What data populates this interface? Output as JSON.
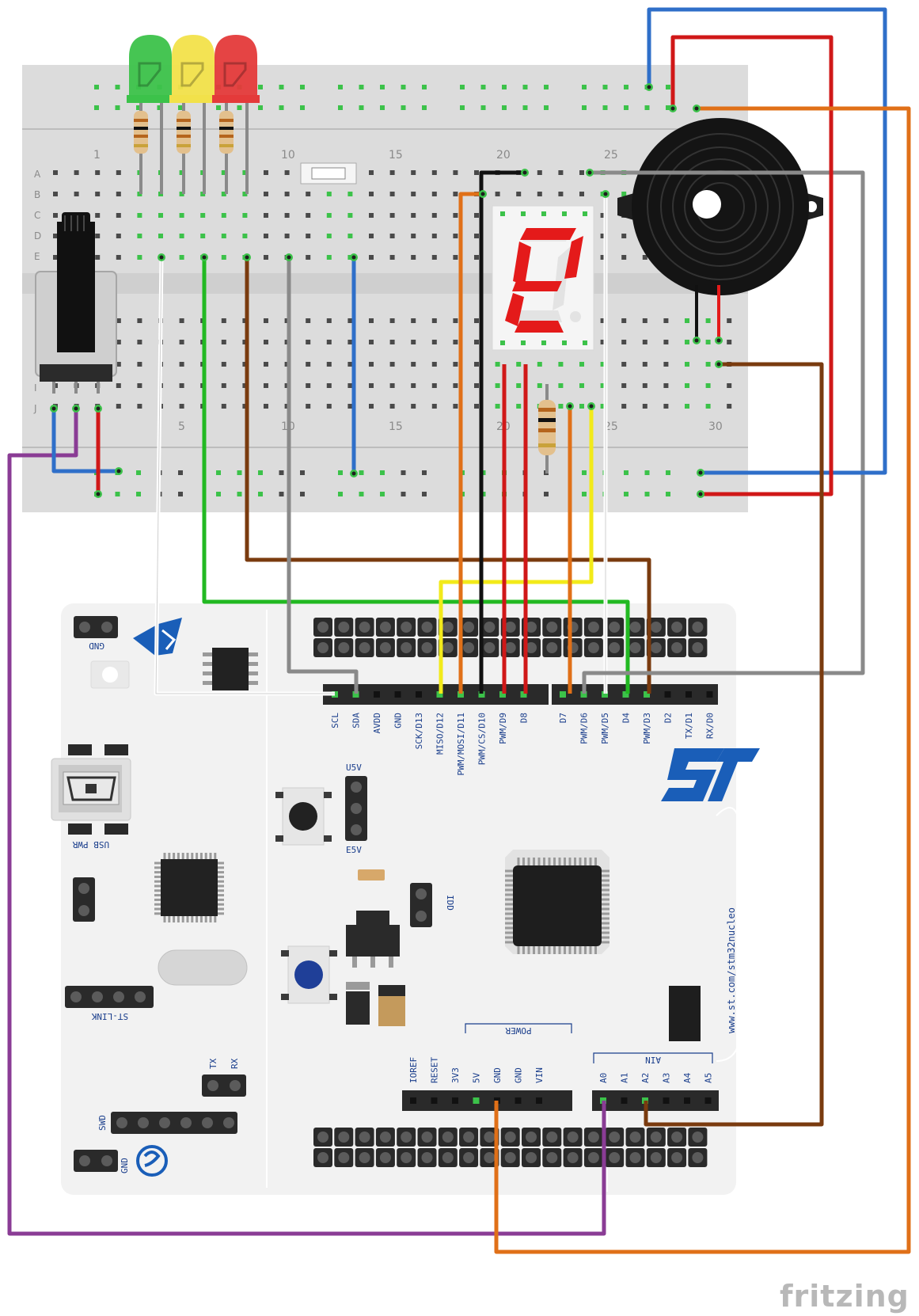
{
  "title": "",
  "watermark": "fritzing",
  "breadboard": {
    "column_numbers": [
      "1",
      "10",
      "15",
      "20",
      "25",
      "5",
      "10",
      "15",
      "20",
      "25",
      "30"
    ],
    "row_letters": [
      "A",
      "B",
      "C",
      "D",
      "E",
      "I",
      "J"
    ]
  },
  "board": {
    "logo_text": "ST",
    "url_text": "www.st.com/stm32nucleo",
    "top_digital_left_labels": [
      "SCL",
      "SDA",
      "AVDD",
      "GND",
      "SCK/D13",
      "MISO/D12",
      "PWM/MOSI/D11",
      "PWM/CS/D10",
      "PWM/D9",
      "D8"
    ],
    "top_digital_right_labels": [
      "D7",
      "PWM/D6",
      "PWM/D5",
      "D4",
      "PWM/D3",
      "D2",
      "TX/D1",
      "RX/D0"
    ],
    "power_group_label": "POWER",
    "power_labels": [
      "IOREF",
      "RESET",
      "3V3",
      "5V",
      "GND",
      "GND",
      "VIN"
    ],
    "ain_group_label": "AIN",
    "ain_labels": [
      "A0",
      "A1",
      "A2",
      "A3",
      "A4",
      "A5"
    ],
    "misc_labels": {
      "gnd_top": "GND",
      "usb_pwr": "USB PWR",
      "u5v": "U5V",
      "e5v": "E5V",
      "idd": "IDD",
      "st_link": "ST-LINK",
      "tx": "TX",
      "rx": "RX",
      "swd": "SWD",
      "gnd_bottom": "GND"
    }
  },
  "colors": {
    "board": "#f2f2f2",
    "breadboard": "#d9d9d9",
    "label_blue": "#1a3e8c",
    "led_green": "#3cc24a",
    "led_yellow": "#f2e14a",
    "led_red": "#e43a3a"
  },
  "icons": [
    "potentiometer-icon",
    "led-icon",
    "buzzer-icon",
    "seven-segment-display-icon",
    "resistor-icon",
    "pushbutton-icon",
    "microcontroller-chip-icon",
    "usb-connector-icon",
    "st-logo-icon"
  ]
}
